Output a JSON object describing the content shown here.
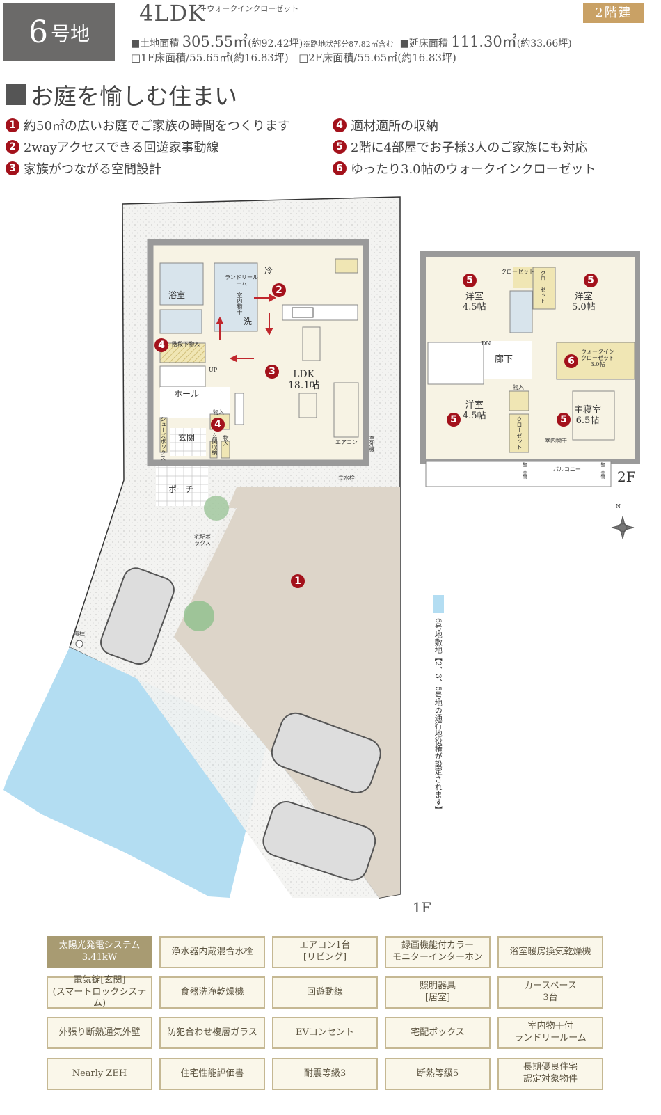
{
  "header": {
    "lot_number": "6",
    "lot_suffix": "号地",
    "plan_type": "4LDK",
    "plan_extra": "+ウォークインクローゼット",
    "floors_badge": "2階建",
    "land_area_label": "■土地面積",
    "land_area_value": "305.55㎡",
    "land_area_tsubo": "(約92.42坪)",
    "land_area_note": "※路地状部分87.82㎡含む",
    "total_floor_label": "■延床面積",
    "total_floor_value": "111.30㎡",
    "total_floor_tsubo": "(約33.66坪)",
    "floor1_area": "□1F床面積/55.65㎡(約16.83坪)",
    "floor2_area": "□2F床面積/55.65㎡(約16.83坪)"
  },
  "section_title": "お庭を愉しむ住まい",
  "points": [
    {
      "num": "1",
      "text": "約50㎡の広いお庭でご家族の時間をつくります"
    },
    {
      "num": "2",
      "text": "2wayアクセスできる回遊家事動線"
    },
    {
      "num": "3",
      "text": "家族がつながる空間設計"
    },
    {
      "num": "4",
      "text": "適材適所の収納"
    },
    {
      "num": "5",
      "text": "2階に4部屋でお子様3人のご家族にも対応"
    },
    {
      "num": "6",
      "text": "ゆったり3.0帖のウォークインクローゼット"
    }
  ],
  "floor1": {
    "tag": "1F",
    "rooms": {
      "bath": "浴室",
      "laundry": "ランドリールーム",
      "drying": "室内物干",
      "wash": "洗",
      "fridge": "冷",
      "under_stairs": "階段下物入",
      "up": "UP",
      "hall": "ホール",
      "shoe_box": "シューズボックス",
      "entrance": "玄関",
      "entrance_storage": "玄関収納",
      "storage": "物入",
      "ldk": "LDK",
      "ldk_size": "18.1帖",
      "aircon": "エアコン",
      "outdoor_unit": "室外機",
      "faucet": "立水栓",
      "porch": "ポーチ",
      "delivery_box": "宅配ボックス",
      "pole": "電柱"
    }
  },
  "floor2": {
    "tag": "2F",
    "rooms": {
      "western": "洋室",
      "size_45": "4.5帖",
      "size_50": "5.0帖",
      "closet": "クローゼット",
      "corridor": "廊下",
      "dn": "DN",
      "wic": "ウォークインクローゼット",
      "wic_size": "3.0帖",
      "master": "主寝室",
      "master_size": "6.5帖",
      "storage": "物入",
      "drying": "室内物干",
      "balcony": "バルコニー",
      "hanger": "物干金物"
    }
  },
  "legend_note": "6号地敷地【2、3、5号地の通行地役権が設定されます】",
  "compass": "N",
  "features": [
    {
      "line1": "太陽光発電システム",
      "line2": "3.41kW",
      "highlight": true
    },
    {
      "line1": "浄水器内蔵混合水栓",
      "line2": ""
    },
    {
      "line1": "エアコン1台",
      "line2": "[リビング]"
    },
    {
      "line1": "録画機能付カラー",
      "line2": "モニターインターホン"
    },
    {
      "line1": "浴室暖房換気乾燥機",
      "line2": ""
    },
    {
      "line1": "電気錠[玄関]",
      "line2": "(スマートロックシステム)"
    },
    {
      "line1": "食器洗浄乾燥機",
      "line2": ""
    },
    {
      "line1": "回遊動線",
      "line2": ""
    },
    {
      "line1": "照明器具",
      "line2": "[居室]"
    },
    {
      "line1": "カースペース",
      "line2": "3台"
    },
    {
      "line1": "外張り断熱通気外壁",
      "line2": ""
    },
    {
      "line1": "防犯合わせ複層ガラス",
      "line2": ""
    },
    {
      "line1": "EVコンセント",
      "line2": ""
    },
    {
      "line1": "宅配ボックス",
      "line2": ""
    },
    {
      "line1": "室内物干付",
      "line2": "ランドリールーム"
    },
    {
      "line1": "Nearly ZEH",
      "line2": ""
    },
    {
      "line1": "住宅性能評価書",
      "line2": ""
    },
    {
      "line1": "耐震等級3",
      "line2": ""
    },
    {
      "line1": "断熱等級5",
      "line2": ""
    },
    {
      "line1": "長期優良住宅",
      "line2": "認定対象物件"
    }
  ],
  "colors": {
    "marker": "#a3111b",
    "badge": "#c9a165",
    "feature_on": "#a89b72",
    "site_blue": "#b3ddf2",
    "garden": "#ddd5c9",
    "room": "#f6f1e0",
    "wet": "#d8e4ec",
    "storage": "#f0e6b4"
  }
}
